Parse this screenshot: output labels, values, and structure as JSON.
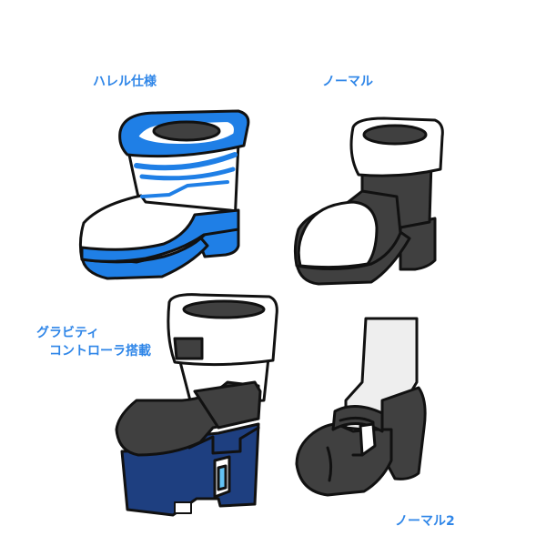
{
  "labels": {
    "harel": "ハレル仕様",
    "normal": "ノーマル",
    "gravity_line1": "グラビティ",
    "gravity_line2": "コントローラ搭載",
    "normal2": "ノーマル2"
  },
  "colors": {
    "label": "#2f86e8",
    "harel_blue": "#1f7fe6",
    "dark_gray": "#404040",
    "navy": "#1e3f80",
    "light_blue_accent": "#63c3f5"
  }
}
